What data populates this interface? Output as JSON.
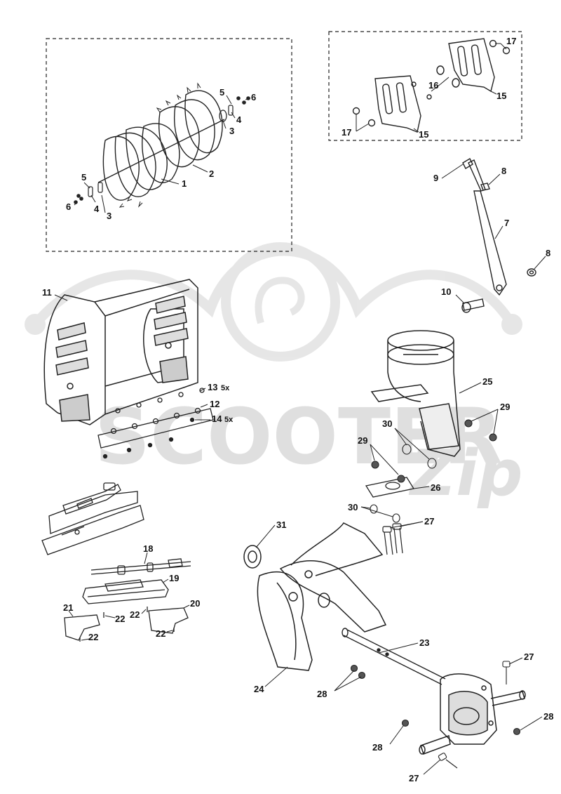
{
  "diagram": {
    "watermark": {
      "brand": "SCOOTER",
      "brand_suffix": "Zip"
    },
    "callouts": {
      "p1": "1",
      "p2": "2",
      "p3a": "3",
      "p3b": "3",
      "p4a": "4",
      "p4b": "4",
      "p5a": "5",
      "p5b": "5",
      "p6a": "6",
      "p6b": "6",
      "p7": "7",
      "p8a": "8",
      "p8b": "8",
      "p9": "9",
      "p10": "10",
      "p11": "11",
      "p12": "12",
      "p13": "13",
      "p14": "14",
      "p15a": "15",
      "p15b": "15",
      "p16": "16",
      "p17a": "17",
      "p17b": "17",
      "p18": "18",
      "p19": "19",
      "p20": "20",
      "p21": "21",
      "p22a": "22",
      "p22b": "22",
      "p22c": "22",
      "p22d": "22",
      "p23": "23",
      "p24": "24",
      "p25": "25",
      "p26": "26",
      "p27a": "27",
      "p27b": "27",
      "p27c": "27",
      "p28a": "28",
      "p28b": "28",
      "p28c": "28",
      "p29a": "29",
      "p29b": "29",
      "p30a": "30",
      "p30b": "30",
      "p31": "31"
    },
    "quantities": {
      "q13": "5x",
      "q14": "5x"
    }
  }
}
